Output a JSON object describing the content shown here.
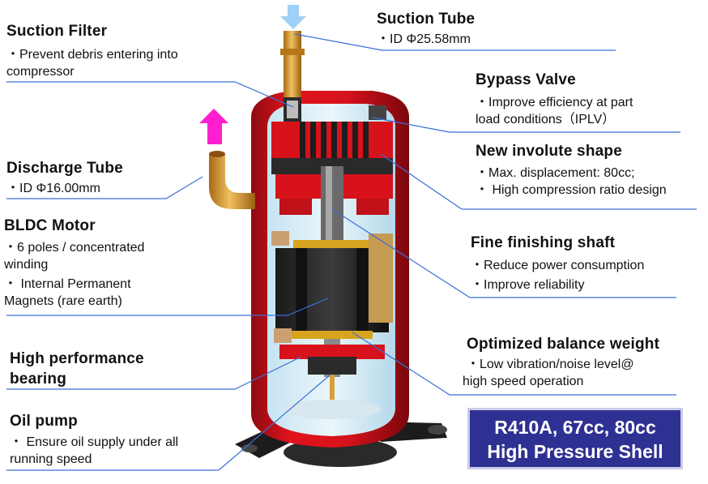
{
  "labels": {
    "suction_filter": {
      "title": "Suction Filter",
      "desc": [
        "・Prevent debris entering into",
        "compressor"
      ]
    },
    "suction_tube": {
      "title": "Suction Tube",
      "desc": [
        "・ID Φ25.58mm"
      ]
    },
    "bypass_valve": {
      "title": "Bypass Valve",
      "desc": [
        "・Improve efficiency at part",
        "load conditions（IPLV）"
      ]
    },
    "involute": {
      "title": "New involute shape",
      "desc": [
        "・Max. displacement: 80cc;",
        "・ High compression ratio design"
      ]
    },
    "discharge_tube": {
      "title": "Discharge Tube",
      "desc": [
        "・ID Φ16.00mm"
      ]
    },
    "bldc_motor": {
      "title": "BLDC Motor",
      "desc": [
        "・6 poles / concentrated",
        "winding",
        "・ Internal Permanent",
        "Magnets (rare earth)"
      ]
    },
    "shaft": {
      "title": "Fine finishing shaft",
      "desc": [
        "・Reduce power consumption",
        "・Improve reliability"
      ]
    },
    "bearing": {
      "title": [
        "High performance",
        "bearing"
      ]
    },
    "balance_weight": {
      "title": "Optimized balance weight",
      "desc": [
        "・Low vibration/noise level@",
        "high speed operation"
      ]
    },
    "oil_pump": {
      "title": "Oil pump",
      "desc": [
        "・ Ensure oil supply under all",
        "running speed"
      ]
    }
  },
  "spec_box": {
    "line1": "R410A, 67cc, 80cc",
    "line2": "High Pressure Shell"
  },
  "colors": {
    "shell_red": "#d8121b",
    "box_blue": "#2e3192",
    "leader_blue": "#3a6fd8",
    "suction_arrow": "#9fd0f5",
    "discharge_arrow": "#ff1fd0",
    "brass": "#d99a2b"
  }
}
